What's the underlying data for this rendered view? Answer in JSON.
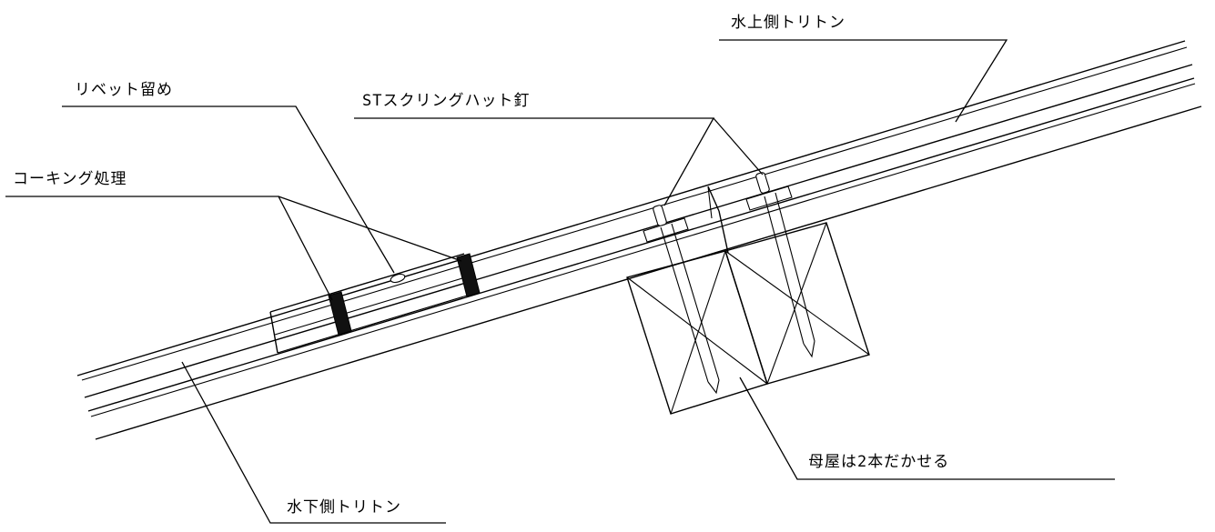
{
  "labels": {
    "upper_tritone": "水上側トリトン",
    "rivet": "リベット留め",
    "st_nail": "STスクリングハット釘",
    "caulking": "コーキング処理",
    "purlin": "母屋は2本だかせる",
    "lower_tritone": "水下側トリトン"
  }
}
